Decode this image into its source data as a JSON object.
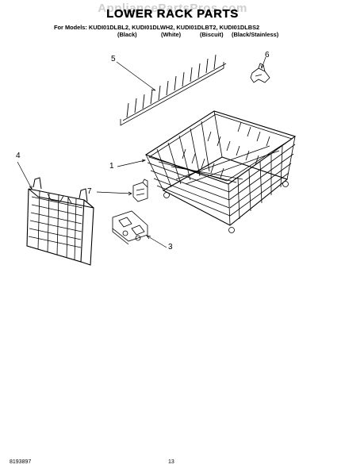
{
  "header": {
    "watermark": "AppliancePartsPros.com",
    "title": "LOWER RACK PARTS",
    "models_line": "For Models: KUDI01DLBL2, KUDI01DLWH2, KUDI01DLBT2, KUDI01DLBS2",
    "finishes": [
      "(Black)",
      "(White)",
      "(Biscuit)",
      "(Black/Stainless)"
    ]
  },
  "parts": {
    "p1": "1",
    "p3": "3",
    "p4": "4",
    "p5": "5",
    "p6": "6",
    "p7": "7"
  },
  "footer": {
    "doc_number": "8193897",
    "page_number": "13"
  }
}
